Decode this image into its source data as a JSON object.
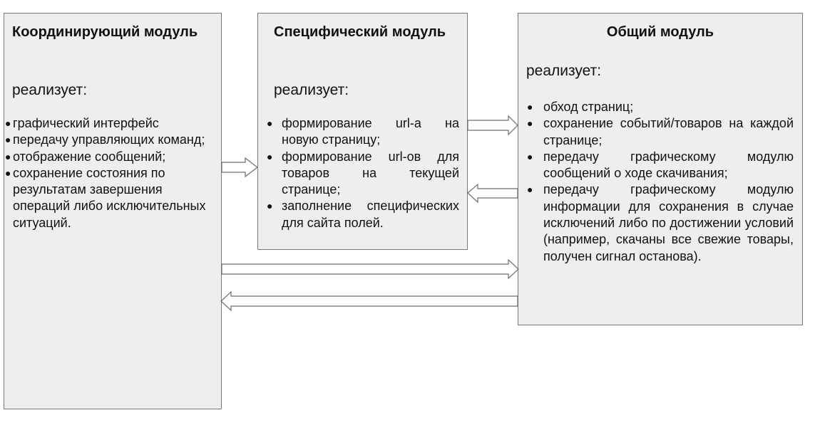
{
  "modules": {
    "coordinating": {
      "title": "Координирующий модуль",
      "implements_label": "реализует:",
      "items": [
        "графический интерфейс",
        "передачу управляющих команд;",
        "отображение сообщений;",
        "сохранение состояния по результатам завершения операций либо исключительных ситуаций."
      ]
    },
    "specific": {
      "title": "Специфический модуль",
      "implements_label": "реализует:",
      "items": [
        "формирование url-а на новую страницу;",
        "формирование url-ов для товаров на текущей странице;",
        "заполнение специфических для сайта полей."
      ]
    },
    "general": {
      "title": "Общий модуль",
      "implements_label": "реализует:",
      "items": [
        "обход страниц;",
        "сохранение событий/товаров на каждой странице;",
        "передачу графическому модулю сообщений о ходе скачивания;",
        "передачу графическому модулю информации для сохранения в случае исключений либо по достижении условий (например, скачаны все свежие товары, получен сигнал останова)."
      ]
    }
  },
  "bullet_glyph": "●",
  "arrows": [
    {
      "from": "coordinating",
      "to": "specific"
    },
    {
      "from": "specific",
      "to": "general"
    },
    {
      "from": "general",
      "to": "specific"
    },
    {
      "from": "coordinating",
      "to": "general"
    },
    {
      "from": "general",
      "to": "coordinating"
    }
  ],
  "colors": {
    "box_fill": "#eeeeee",
    "box_border": "#7a7a7a",
    "arrow_stroke": "#6e6e6e"
  }
}
